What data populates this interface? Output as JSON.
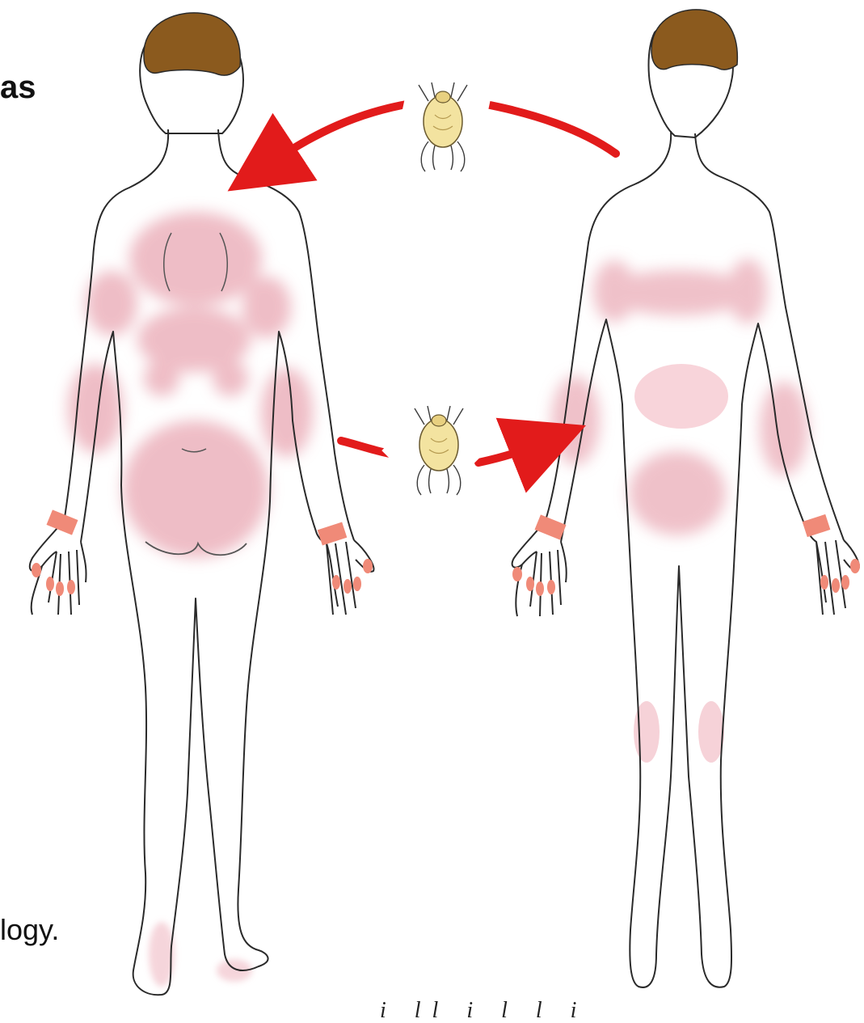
{
  "fragments": {
    "top_left": "as",
    "bottom_left": "logy.",
    "bottom_edge": "i      ll          i         l               l   i"
  },
  "colors": {
    "hair": "#8b5a1e",
    "body_outline": "#2a2a2a",
    "rash": "#e9a7b3",
    "band": "#f08a78",
    "arrow": "#e21b1b",
    "mite": "#f3e3a0"
  },
  "icons": [
    "mite-icon",
    "arrow-left-icon",
    "arrow-right-icon"
  ]
}
